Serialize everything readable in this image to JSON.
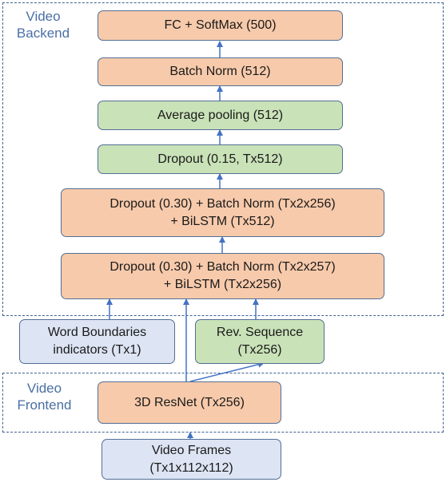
{
  "groups": {
    "backend": {
      "line1": "Video",
      "line2": "Backend"
    },
    "frontend": {
      "line1": "Video",
      "line2": "Frontend"
    }
  },
  "nodes": {
    "fc": {
      "line1": "FC + SoftMax (500)",
      "line2": ""
    },
    "bn": {
      "line1": "Batch Norm (512)",
      "line2": ""
    },
    "pool": {
      "line1": "Average pooling (512)",
      "line2": ""
    },
    "dropout1": {
      "line1": "Dropout (0.15, Tx512)",
      "line2": ""
    },
    "lstm2": {
      "line1": "Dropout  (0.30) + Batch Norm  (Tx2x256)",
      "line2": "+ BiLSTM (Tx512)"
    },
    "lstm1": {
      "line1": "Dropout  (0.30) + Batch Norm  (Tx2x257)",
      "line2": "+ BiLSTM (Tx2x256)"
    },
    "word": {
      "line1": "Word Boundaries",
      "line2": "indicators (Tx1)"
    },
    "rev": {
      "line1": "Rev. Sequence",
      "line2": "(Tx256)"
    },
    "resnet": {
      "line1": "3D ResNet (Tx256)",
      "line2": ""
    },
    "frames": {
      "line1": "Video Frames",
      "line2": "(Tx1x112x112)"
    }
  },
  "colors": {
    "orange_fill": "#f7caab",
    "green_fill": "#c9e2b8",
    "blue_fill": "#dde4f3",
    "box_border": "#536f95",
    "arrow": "#4472c4",
    "group_border": "#3f6191",
    "group_label": "#4a6fa5"
  }
}
